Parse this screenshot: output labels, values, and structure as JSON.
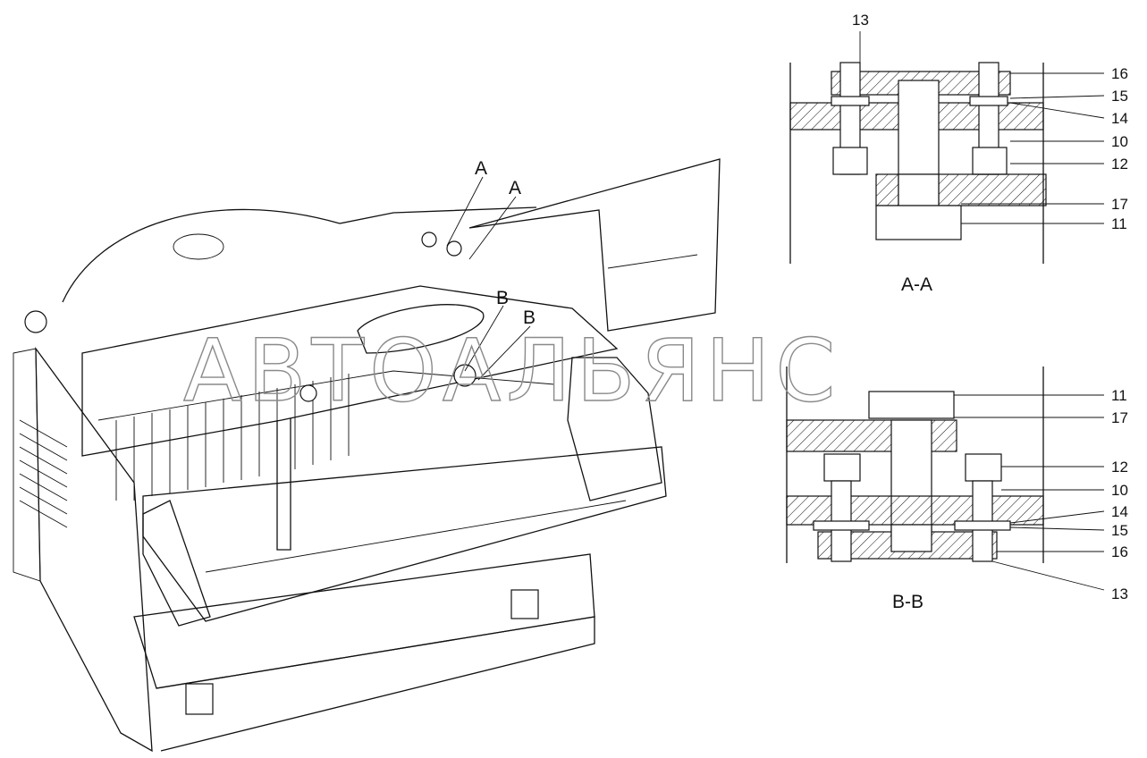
{
  "watermark": "АВТОАЛЬЯНС",
  "assembly_view": {
    "callouts": [
      "A",
      "A",
      "B",
      "B"
    ]
  },
  "section_aa": {
    "title": "A-A",
    "labels": [
      "13",
      "16",
      "15",
      "14",
      "10",
      "12",
      "17",
      "11"
    ]
  },
  "section_bb": {
    "title": "B-B",
    "labels": [
      "11",
      "17",
      "12",
      "10",
      "14",
      "15",
      "16",
      "13"
    ]
  },
  "colors": {
    "line": "#111111",
    "watermark": "#8a8a8a",
    "background": "#ffffff"
  }
}
